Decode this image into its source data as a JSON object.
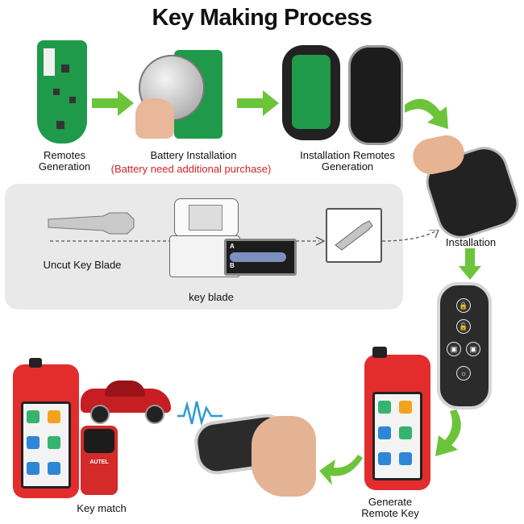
{
  "title": "Key Making Process",
  "steps": {
    "remotes_generation": "Remotes\nGeneration",
    "battery_installation": "Battery Installation",
    "battery_note": "(Battery need additional purchase)",
    "installation_remotes_generation": "Installation Remotes\nGeneration",
    "installation": "Installation",
    "uncut_key_blade": "Uncut Key  Blade",
    "key_blade": "key blade",
    "key_match": "Key match",
    "generate_remote_key": "Generate\nRemote Key"
  },
  "machine": {
    "label_a": "A",
    "label_b": "B"
  },
  "device": {
    "brand": "AUTEL"
  },
  "colors": {
    "arrow_green": "#6cc43a",
    "accent_red": "#d2232a",
    "pcb_green": "#1e9a4a",
    "tablet_red": "#e32d2d"
  }
}
